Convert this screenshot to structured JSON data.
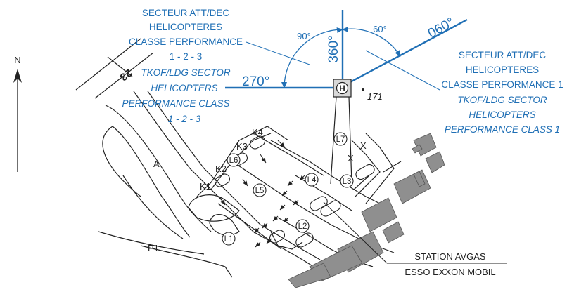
{
  "north": {
    "label": "N"
  },
  "runway": {
    "designator": "23"
  },
  "sector_left": {
    "lines_fr": [
      "SECTEUR ATT/DEC",
      "HELICOPTERES",
      "CLASSE PERFORMANCE",
      "1 - 2 - 3"
    ],
    "lines_en": [
      "TKOF/LDG SECTOR",
      "HELICOPTERS",
      "PERFORMANCE CLASS",
      "1 - 2 - 3"
    ]
  },
  "sector_right": {
    "lines_fr": [
      "SECTEUR ATT/DEC",
      "HELICOPTERES",
      "CLASSE PERFORMANCE 1"
    ],
    "lines_en": [
      "TKOF/LDG SECTOR",
      "HELICOPTERS",
      "PERFORMANCE CLASS 1"
    ]
  },
  "bearings": {
    "west": "270°",
    "north": "360°",
    "east": "060°",
    "arc_left": "90°",
    "arc_right": "60°"
  },
  "helipad": {
    "symbol": "H",
    "elevation": "171"
  },
  "taxiways": {
    "a": "A",
    "p1": "P1",
    "k1": "K1",
    "k2": "K2",
    "k3": "K3",
    "k4": "K4",
    "x": "X"
  },
  "stands": {
    "l1": "L1",
    "l2": "L2",
    "l3": "L3",
    "l4": "L4",
    "l5": "L5",
    "l6": "L6",
    "l7": "L7"
  },
  "station": {
    "line1": "STATION AVGAS",
    "line2": "ESSO EXXON MOBIL"
  },
  "colors": {
    "sector_blue": "#1f6fb5",
    "ink": "#222222",
    "building_gray": "#8f8f8f"
  }
}
